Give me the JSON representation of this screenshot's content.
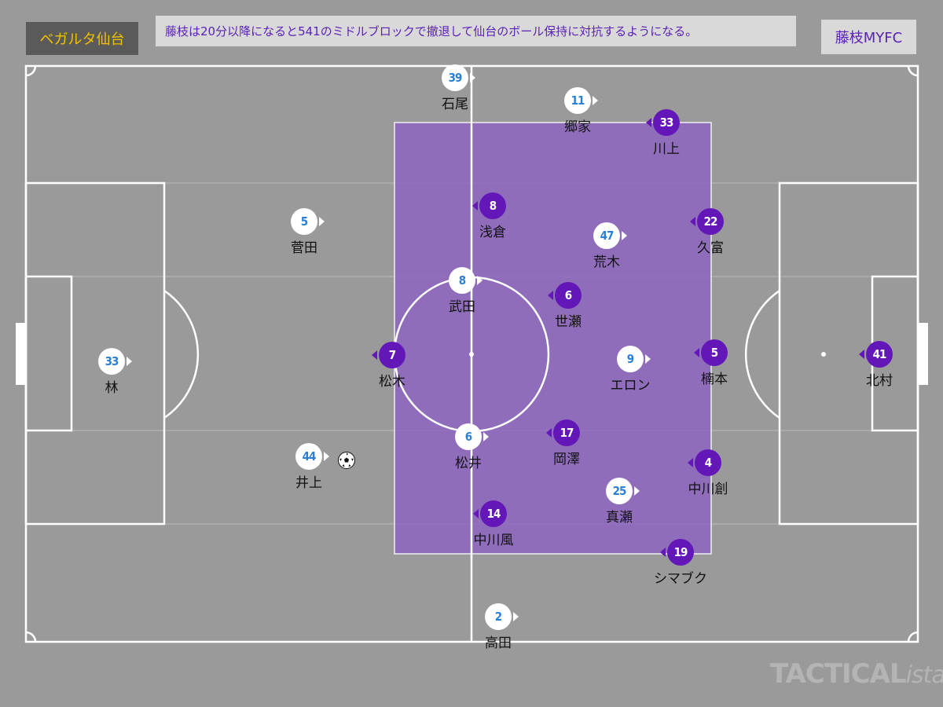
{
  "header": {
    "home_team": "ベガルタ仙台",
    "caption": "藤枝は20分以降になると541のミドルブロックで撤退して仙台のボール保持に対抗するようになる。",
    "away_team": "藤枝MYFC"
  },
  "colors": {
    "pitch": "#9a9a9a",
    "lines": "#ffffff",
    "block": "#8e66c1",
    "home_disc": "#ffffff",
    "home_number": "#2b7fd4",
    "away_disc": "#6417b8",
    "caption_text": "#5b21b6",
    "home_label_text": "#f2c200"
  },
  "home_players": [
    {
      "number": "39",
      "name": "石尾"
    },
    {
      "number": "11",
      "name": "郷家"
    },
    {
      "number": "5",
      "name": "菅田"
    },
    {
      "number": "47",
      "name": "荒木"
    },
    {
      "number": "8",
      "name": "武田"
    },
    {
      "number": "33",
      "name": "林"
    },
    {
      "number": "9",
      "name": "エロン"
    },
    {
      "number": "6",
      "name": "松井"
    },
    {
      "number": "44",
      "name": "井上"
    },
    {
      "number": "25",
      "name": "真瀬"
    },
    {
      "number": "2",
      "name": "高田"
    }
  ],
  "away_players": [
    {
      "number": "33",
      "name": "川上"
    },
    {
      "number": "8",
      "name": "浅倉"
    },
    {
      "number": "22",
      "name": "久富"
    },
    {
      "number": "6",
      "name": "世瀬"
    },
    {
      "number": "7",
      "name": "松木"
    },
    {
      "number": "5",
      "name": "楠本"
    },
    {
      "number": "41",
      "name": "北村"
    },
    {
      "number": "17",
      "name": "岡澤"
    },
    {
      "number": "4",
      "name": "中川創"
    },
    {
      "number": "14",
      "name": "中川風"
    },
    {
      "number": "19",
      "name": "シマブク"
    }
  ],
  "ball_icon": "soccer-ball-icon",
  "watermark": {
    "main": "TACTICAL",
    "suffix": "ista"
  }
}
